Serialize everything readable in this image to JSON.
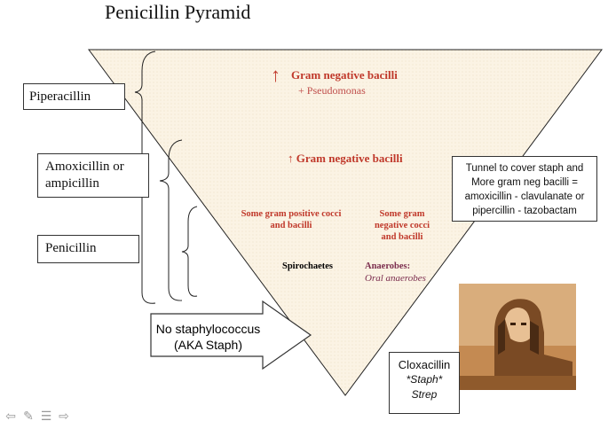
{
  "title": "Penicillin Pyramid",
  "pyramid": {
    "level1": {
      "arrow": "↑",
      "label": "Gram negative bacilli",
      "sub": "+ Pseudomonas"
    },
    "level2": {
      "label": "↑ Gram negative bacilli"
    },
    "level3": {
      "gram_pos": "Some gram positive cocci and bacilli",
      "gram_neg": "Some gram negative cocci and bacilli"
    },
    "level4": {
      "spiro": "Spirochaetes",
      "anaerobes": "Anaerobes:",
      "oral": "Oral anaerobes"
    }
  },
  "drugs": {
    "piperacillin": "Piperacillin",
    "amoxicillin": "Amoxicillin or ampicillin",
    "penicillin": "Penicillin"
  },
  "tunnel_note": "Tunnel to cover staph and More gram neg bacilli = amoxicillin - clavulanate or pipercillin - tazobactam",
  "arrow_note": {
    "line1": "No staphylococcus",
    "line2": "(AKA Staph)"
  },
  "cloxacillin": {
    "name": "Cloxacillin",
    "staph": "*Staph*",
    "strep": "Strep"
  },
  "colors": {
    "pyramid_fill": "#fbf3e4",
    "accent_red": "#c0392b",
    "anaerobe_purple": "#7b2d4e"
  },
  "nav_icons": [
    "back-arrow-icon",
    "pen-icon",
    "menu-icon",
    "forward-arrow-icon"
  ]
}
